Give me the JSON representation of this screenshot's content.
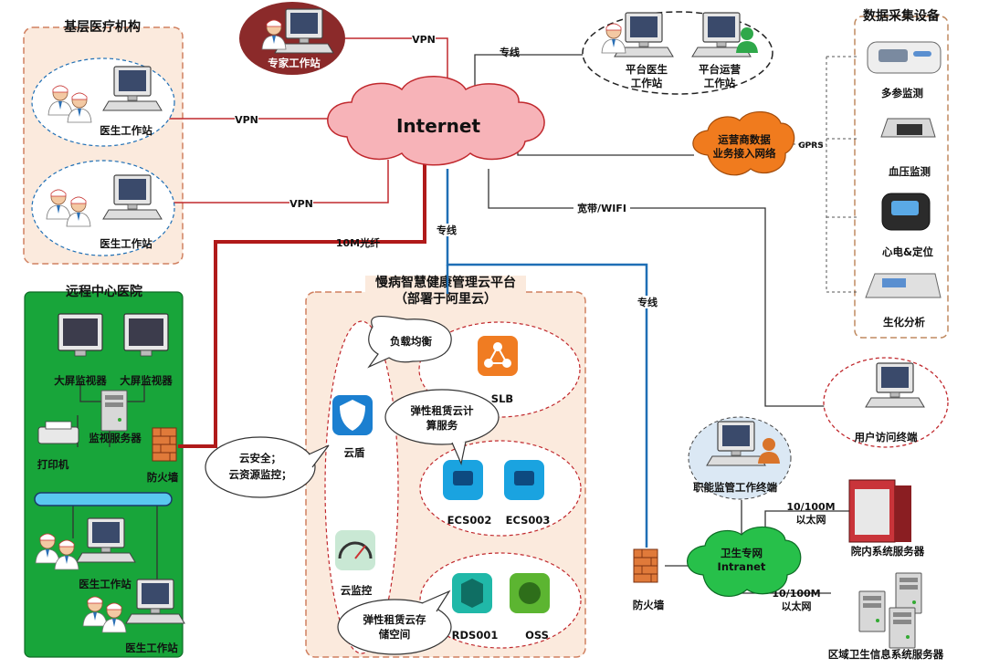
{
  "groups": {
    "primary": "基层医疗机构",
    "remote_center": "远程中心医院",
    "cloud_title_1": "慢病智慧健康管理云平台",
    "cloud_title_2": "（部署于阿里云）",
    "devices": "数据采集设备"
  },
  "internet": "Internet",
  "nodes": {
    "expert": "专家工作站",
    "doctor1": "医生工作站",
    "doctor2": "医生工作站",
    "platform_doctor_1": "平台医生",
    "platform_doctor_2": "工作站",
    "platform_ops_1": "平台运营",
    "platform_ops_2": "工作站",
    "operator_1": "运营商数据",
    "operator_2": "业务接入网络",
    "multi": "多参监测",
    "bp": "血压监测",
    "ecg": "心电&定位",
    "biochem": "生化分析",
    "user_terminal": "用户访问终端",
    "monitor1": "大屏监视器",
    "monitor2": "大屏监视器",
    "monitor_server": "监视服务器",
    "printer": "打印机",
    "firewall_left": "防火墙",
    "doctor3": "医生工作站",
    "doctor4": "医生工作站",
    "supervision": "职能监管工作终端",
    "intranet_1": "卫生专网",
    "intranet_2": "Intranet",
    "firewall_right": "防火墙",
    "hospital_server": "院内系统服务器",
    "regional_server": "区域卫生信息系统服务器"
  },
  "links": {
    "vpn_expert": "VPN",
    "vpn_doc1": "VPN",
    "vpn_doc2": "VPN",
    "line_platform": "专线",
    "gprs": "GPRS",
    "broadband": "宽带/WIFI",
    "fiber": "10M光纤",
    "line_cloud": "专线",
    "line_right": "专线",
    "eth1_1": "10/100M",
    "eth1_2": "以太网",
    "eth2_1": "10/100M",
    "eth2_2": "以太网"
  },
  "cloud": {
    "slb_bubble": "负载均衡",
    "slb": "SLB",
    "ecs_bubble_1": "弹性租赁云计",
    "ecs_bubble_2": "算服务",
    "ecs1": "ECS002",
    "ecs2": "ECS003",
    "sec_bubble_1": "云安全；",
    "sec_bubble_2": "云资源监控；",
    "shield": "云盾",
    "monitor": "云监控",
    "storage_bubble_1": "弹性租赁云存",
    "storage_bubble_2": "储空间",
    "rds": "RDS001",
    "oss": "OSS"
  },
  "colors": {
    "vpn_line": "#c0282d",
    "fiber_line": "#b01a1a",
    "dedicated_line": "#1f6fb5",
    "plain_line": "#333333",
    "green_group": "#18a53a",
    "peach_group": "#fbeadd",
    "internet_cloud": "#f7b3b8",
    "operator_cloud": "#f07b1e",
    "intranet_cloud": "#27c04a",
    "slb_icon": "#f07c22",
    "ecs_icon": "#1aa3e0",
    "rds_icon": "#20b8a8",
    "oss_icon": "#5cb531"
  },
  "icons": [
    "doctor-icon",
    "computer-icon",
    "user-icon",
    "firewall-icon",
    "server-icon",
    "printer-icon",
    "shield-icon",
    "gauge-icon",
    "cloud-icon",
    "device-icon"
  ]
}
